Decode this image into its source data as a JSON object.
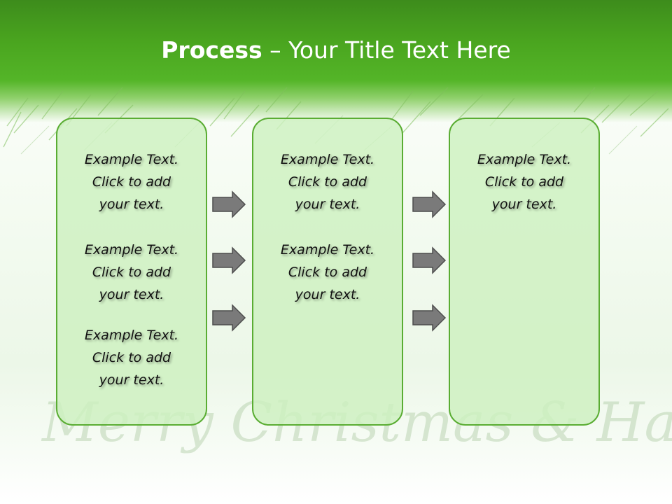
{
  "slide": {
    "title_strong": "Process",
    "title_rest": " – Your Title Text Here",
    "watermark_script": "Merry Christmas & Happy New Year..."
  },
  "columns": [
    {
      "items": [
        {
          "line1": "Example Text.",
          "line2": "Click  to add",
          "line3": "your text."
        },
        {
          "line1": "Example Text.",
          "line2": "Click  to add",
          "line3": "your text."
        },
        {
          "line1": "Example Text.",
          "line2": "Click  to add",
          "line3": "your text."
        }
      ]
    },
    {
      "items": [
        {
          "line1": "Example Text.",
          "line2": "Click  to add",
          "line3": "your text."
        },
        {
          "line1": "Example Text.",
          "line2": "Click  to add",
          "line3": "your text."
        }
      ]
    },
    {
      "items": [
        {
          "line1": "Example Text.",
          "line2": "Click  to add",
          "line3": "your text."
        }
      ]
    }
  ],
  "icons": {
    "arrow": "arrow-right-icon"
  },
  "colors": {
    "header_green": "#4aa51f",
    "box_fill": "#cdf0c0",
    "box_border": "#5aad33",
    "arrow_fill": "#7a7a7a",
    "title_text": "#ffffff"
  }
}
